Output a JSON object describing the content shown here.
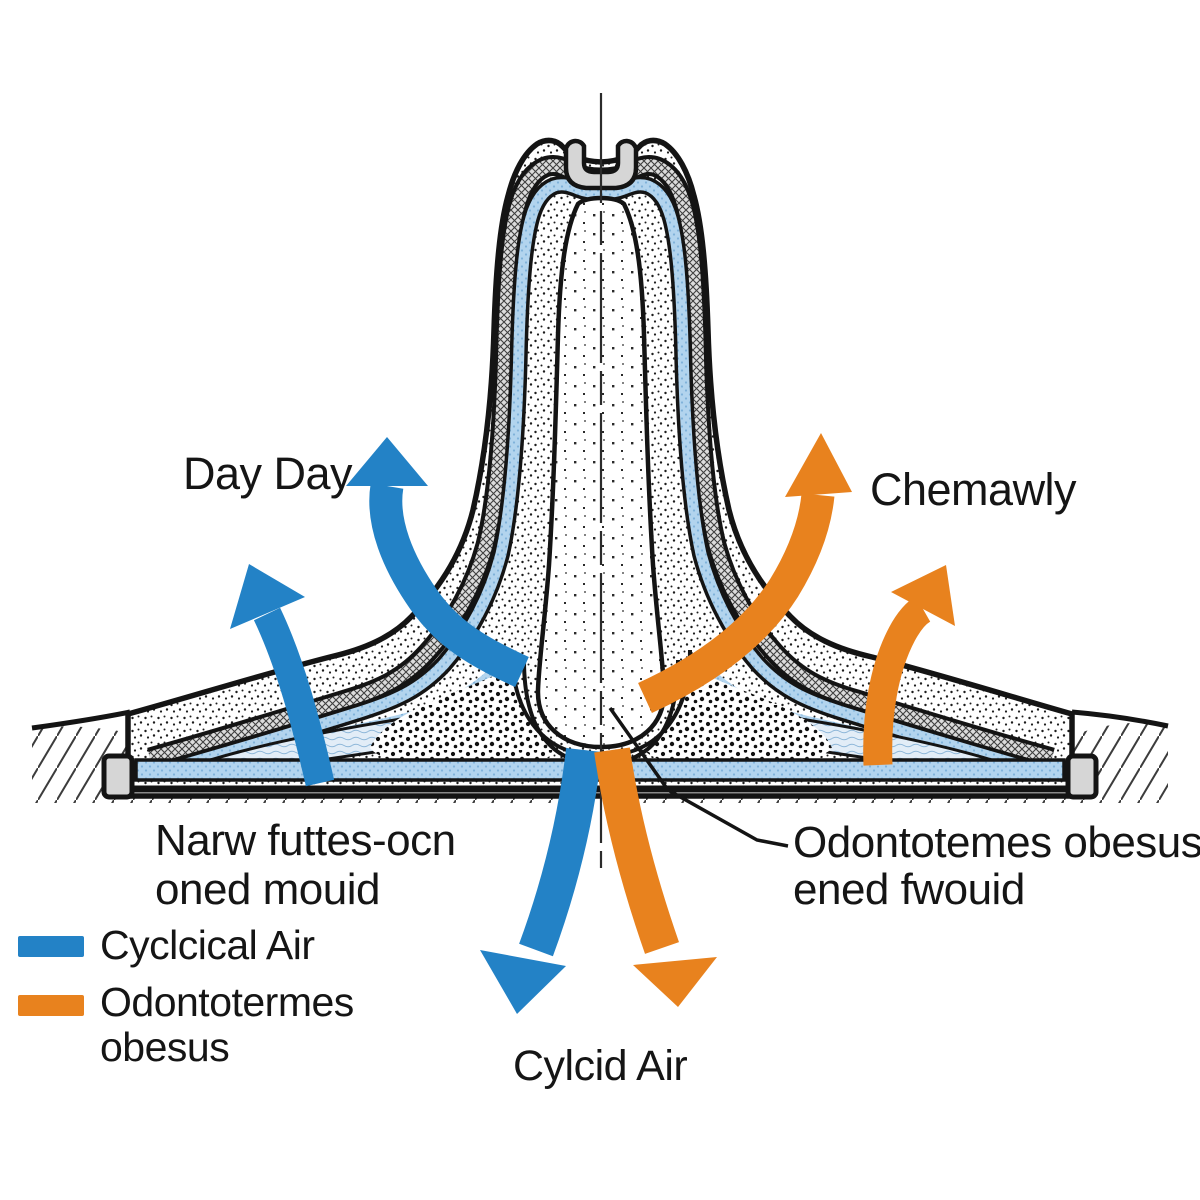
{
  "diagram_labels": {
    "day": "Day Day",
    "chemawly": "Chemawly",
    "base_left_line1": "Narw futtes-ocn",
    "base_left_line2": "oned mouid",
    "callout_line1": "Odontotemes obesus",
    "callout_line2": "ened fwouid",
    "bottom": "Cylcid Air"
  },
  "legend": {
    "items": [
      {
        "name": "cyclical-air",
        "label": "Cyclcical Air",
        "color": "#2382c6"
      },
      {
        "name": "odontotermes-obesus",
        "label_line1": "Odontotermes",
        "label_line2": "obesus",
        "color": "#e8821e"
      }
    ]
  },
  "colors": {
    "arrow_blue": "#2382c6",
    "arrow_orange": "#e8821e",
    "air_layer_blue": "#b2d4ee",
    "wall_hatch_gray": "#dcdcdc",
    "cap_gray": "#d6d6d6",
    "ink": "#151515",
    "background": "#ffffff"
  }
}
